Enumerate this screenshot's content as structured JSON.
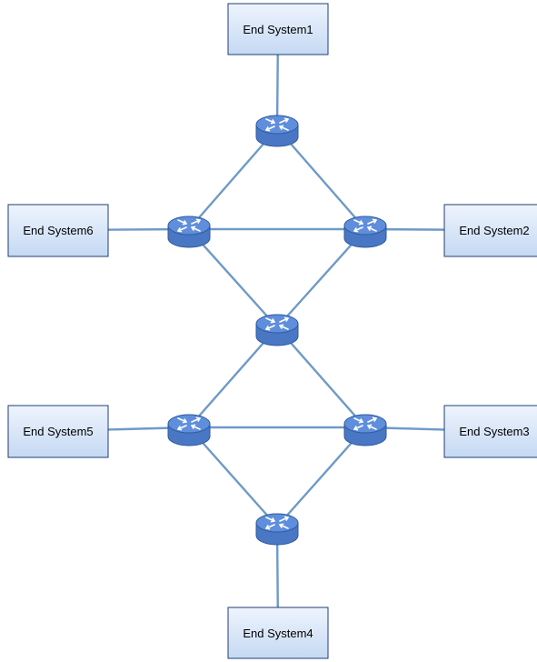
{
  "end_systems": [
    {
      "id": "es1",
      "label": "End System1"
    },
    {
      "id": "es2",
      "label": "End System2"
    },
    {
      "id": "es3",
      "label": "End System3"
    },
    {
      "id": "es4",
      "label": "End System4"
    },
    {
      "id": "es5",
      "label": "End System5"
    },
    {
      "id": "es6",
      "label": "End System6"
    }
  ],
  "routers": [
    {
      "id": "r-top"
    },
    {
      "id": "r-upper-left"
    },
    {
      "id": "r-upper-right"
    },
    {
      "id": "r-middle"
    },
    {
      "id": "r-lower-left"
    },
    {
      "id": "r-lower-right"
    },
    {
      "id": "r-bottom"
    }
  ],
  "links": [
    [
      "es1",
      "r-top"
    ],
    [
      "r-top",
      "r-upper-left"
    ],
    [
      "r-top",
      "r-upper-right"
    ],
    [
      "es6",
      "r-upper-left"
    ],
    [
      "r-upper-left",
      "r-upper-right"
    ],
    [
      "r-upper-right",
      "es2"
    ],
    [
      "r-upper-left",
      "r-middle"
    ],
    [
      "r-upper-right",
      "r-middle"
    ],
    [
      "r-middle",
      "r-lower-left"
    ],
    [
      "r-middle",
      "r-lower-right"
    ],
    [
      "es5",
      "r-lower-left"
    ],
    [
      "r-lower-left",
      "r-lower-right"
    ],
    [
      "r-lower-right",
      "es3"
    ],
    [
      "r-lower-left",
      "r-bottom"
    ],
    [
      "r-lower-right",
      "r-bottom"
    ],
    [
      "r-bottom",
      "es4"
    ]
  ],
  "colors": {
    "link": "#6d9ac8",
    "router_body": "#4a77c4",
    "router_top": "#5f8fdc",
    "router_rim": "#2f5a9e",
    "router_arrow": "#ffffff",
    "box_fill_top": "#eef4fd",
    "box_fill_bottom": "#c5d9f3",
    "box_stroke": "#1f3f73"
  },
  "icons": {
    "router": "router-icon",
    "end_system": "end-system-box"
  }
}
